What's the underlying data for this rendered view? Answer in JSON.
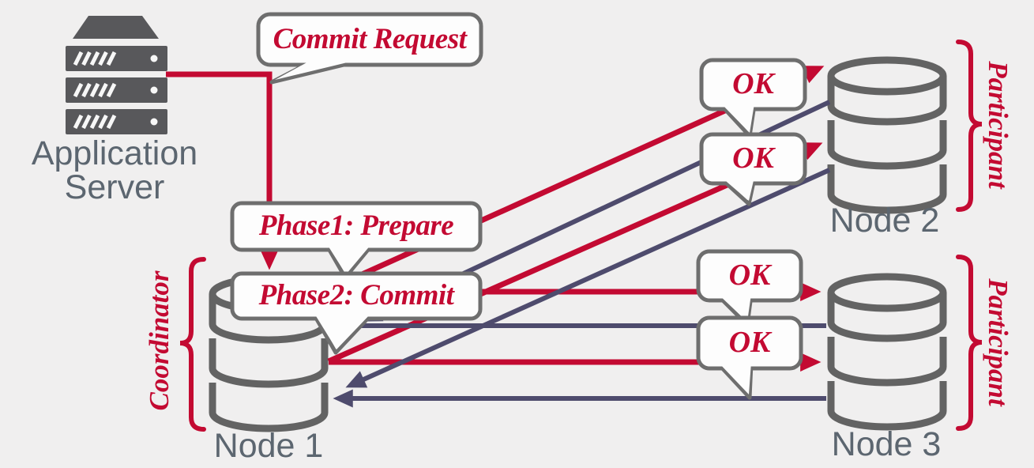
{
  "app_server": {
    "name_line1": "Application",
    "name_line2": "Server"
  },
  "nodes": {
    "node1": {
      "label": "Node 1",
      "role": "Coordinator"
    },
    "node2": {
      "label": "Node 2",
      "role": "Participant"
    },
    "node3": {
      "label": "Node 3",
      "role": "Participant"
    }
  },
  "messages": {
    "commit_request": "Commit Request",
    "phase1": "Phase1: Prepare",
    "phase2": "Phase2: Commit",
    "ok_node2": [
      "OK",
      "OK"
    ],
    "ok_node3": [
      "OK",
      "OK"
    ]
  },
  "colors": {
    "background": "#f0efef",
    "crimson": "#c30a32",
    "navy": "#4e4b6d",
    "database_gray": "#636363",
    "bubble_border": "#6e6e6e",
    "server_gray": "#58585b",
    "label_gray": "#5c6670"
  },
  "icons": {
    "application_server": "server-rack-icon",
    "node": "database-cylinder-icon"
  }
}
